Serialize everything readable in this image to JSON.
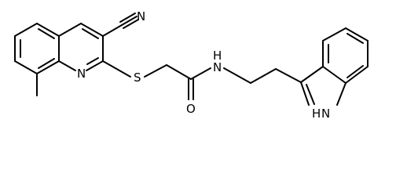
{
  "structure": {
    "atom_labels": {
      "nitrile_n": "N",
      "quinoline_n": "N",
      "sulfur": "S",
      "oxygen": "O",
      "amide_nh": "N",
      "amide_h": "H",
      "indole_nh": "N",
      "indole_h": "H"
    }
  },
  "colors": {
    "bond": "#000000",
    "background": "#ffffff"
  }
}
